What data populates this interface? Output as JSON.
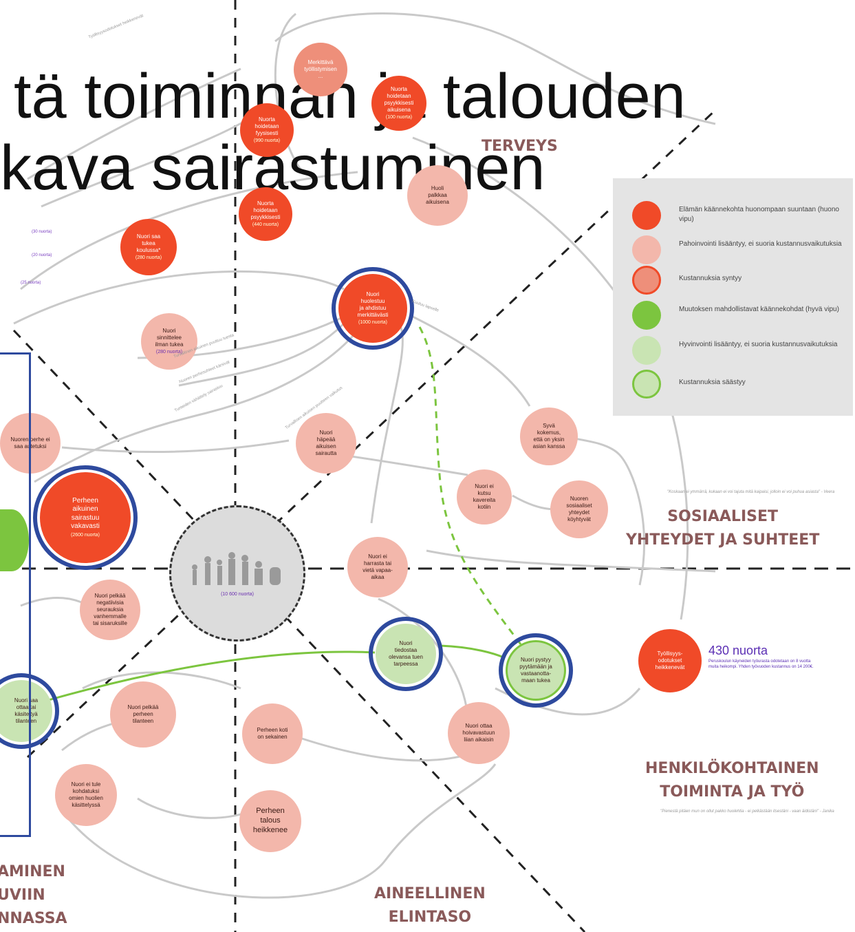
{
  "title": {
    "line1": "tä toiminnan ja talouden",
    "line2": "kava sairastuminen"
  },
  "legend": [
    {
      "text": "Elämän käännekohta huonompaan suuntaan (huono vipu)",
      "color": "#f04a28",
      "style": "fill"
    },
    {
      "text": "Pahoinvointi lisääntyy, ei suoria kustannusvaikutuksia",
      "color": "#f3b7ab",
      "style": "fill"
    },
    {
      "text": "Kustannuksia syntyy",
      "color": "#ee8f7a",
      "style": "ring-red"
    },
    {
      "text": "Muutoksen mahdollistavat käännekohdat (hyvä vipu)",
      "color": "#7cc53f",
      "style": "fill"
    },
    {
      "text": "Hyvinvointi lisääntyy, ei suoria kustannusvaikutuksia",
      "color": "#c9e4b3",
      "style": "fill"
    },
    {
      "text": "Kustannuksia säästyy",
      "color": "#c9e4b3",
      "style": "ring-green"
    }
  ],
  "nodes": {
    "n_tyollistyminen": {
      "label": "Merkittävä\ntyöllistymisen\n..."
    },
    "n_hoidetaan_fyys": {
      "label": "Nuorta\nhoidetaan\nfyysisesti",
      "count": "(990 nuorta)"
    },
    "n_hoidetaan_psyyk_top": {
      "label": "Nuorta\nhoidetaan\npsyykkisesti\naikuisena",
      "count": "(100 nuorta)"
    },
    "n_hoidetaan_psyyk": {
      "label": "Nuorta\nhoidetaan\npsyykkisesti",
      "count": "(440 nuorta)"
    },
    "n_huoli_aikuisena": {
      "label": "Huoli\npalkkaa\naikuisena"
    },
    "n_saa_tukea": {
      "label": "Nuori saa\ntukea\nkoulussa*",
      "count": "(280 nuorta)"
    },
    "n_huolestuu": {
      "label": "Nuori\nhuolestuu\nja ahdistuu\nmerkittävästi",
      "count": "(1000 nuorta)"
    },
    "n_sinnittelee": {
      "label": "Nuori\nsinnittelee\nilman tukea",
      "count": "(280 nuorta)"
    },
    "n_hapeaa": {
      "label": "Nuori\nhäpeää\naikuisen\nsairautta"
    },
    "n_syva": {
      "label": "Syvä\nkokemus,\nettä on yksin\nasian kanssa"
    },
    "n_ei_kutsu": {
      "label": "Nuori ei\nkutsu\nkavereita\nkotiin"
    },
    "n_suhteet": {
      "label": "Nuoren\nsosiaaliset\nyhteydet\nköyhtyvät"
    },
    "n_perhe_ei": {
      "label": "Nuoren perhe ei\nsaa autetuksi"
    },
    "n_sairastuu": {
      "label": "Perheen\naikuinen\nsairastuu\nvakavasti",
      "count": "(2600 nuorta)"
    },
    "n_center": {
      "count": "(10 600 nuorta)"
    },
    "n_ei_harrasta": {
      "label": "Nuori ei\nharrasta tai\nvietä vapaa-\naikaa"
    },
    "n_pelkaa_neg": {
      "label": "Nuori pelkää\nnegatiivisia\nseurauksia\nvanhemmalle\ntai sisaruksille"
    },
    "n_tiedostaa": {
      "label": "Nuori\ntiedostaa\nolevansa tuen\ntarpeessa"
    },
    "n_pystyy": {
      "label": "Nuori pystyy\npyytämään ja\nvastaanotta-\nmaan tukea"
    },
    "n_saa_ottaa": {
      "label": "Nuori saa\nottaa tai\nkäsiteltyä\ntilanteen"
    },
    "n_pelkaa_perheen": {
      "label": "Nuori pelkää\nperheen\ntilanteen"
    },
    "n_koti": {
      "label": "Perheen koti\non sekainen"
    },
    "n_ottaa_vastuun": {
      "label": "Nuori ottaa\nhoivavastuun\nliian aikaisin"
    },
    "n_tyollisyys": {
      "label": "Työllisyys-\nodotukset\nheikkenevät"
    },
    "n_tekee_kotitoita": {
      "label": "Nuori ei tule\nkohdatuksi\nomien huolien\nkäsittelyssä"
    },
    "n_talous": {
      "label": "Perheen\ntalous\nheikkenee"
    }
  },
  "categories": {
    "terveys": "TERVEYS",
    "sosiaaliset": "SOSIAALISET\nYHTEYDET JA SUHTEET",
    "henkilokohtainen": "HENKILÖKOHTAINEN\nTOIMINTA JA TYÖ",
    "aineellinen": "AINEELLINEN\nELINTASO",
    "osallistuminen": "AMINEN\nUVIIN\nNNASSA"
  },
  "stat": {
    "value": "430 nuorta",
    "note": "Peruskoulun käyneiden työurasta odotetaan on 8 vuotta muita heikompi. Yhden työvuoden kustannus on 14 200€."
  },
  "quotes": {
    "sosiaaliset": "\"Koskaan ei ymmärrä, kukaan ei voi tajuta mitä kaipaisi, jolloin ei voi puhua asiasta\" - Veera",
    "henkilokohtainen": "\"Pienestä pitäen mun on ollut pakko huolehtia - ei pelkästään itsestäni - vaan äidistäni\" - Janika"
  },
  "mini_labels": {
    "m1": "(30 nuorta)",
    "m2": "(20 nuorta)",
    "m3": "(25 nuorta)"
  },
  "edge_labels": {
    "e1": "Työllisyysodotukset heikkenevät",
    "e2": "Turvallinen aikuinen puuttuu tuesta",
    "e3": "Nuoren perhesuhteet kärsivät",
    "e4": "Tunteiden vähättely sairastuu",
    "e5": "Turvallisen aikuisen puutteen vaikutus",
    "e6": "Kuuluu lapselle"
  }
}
